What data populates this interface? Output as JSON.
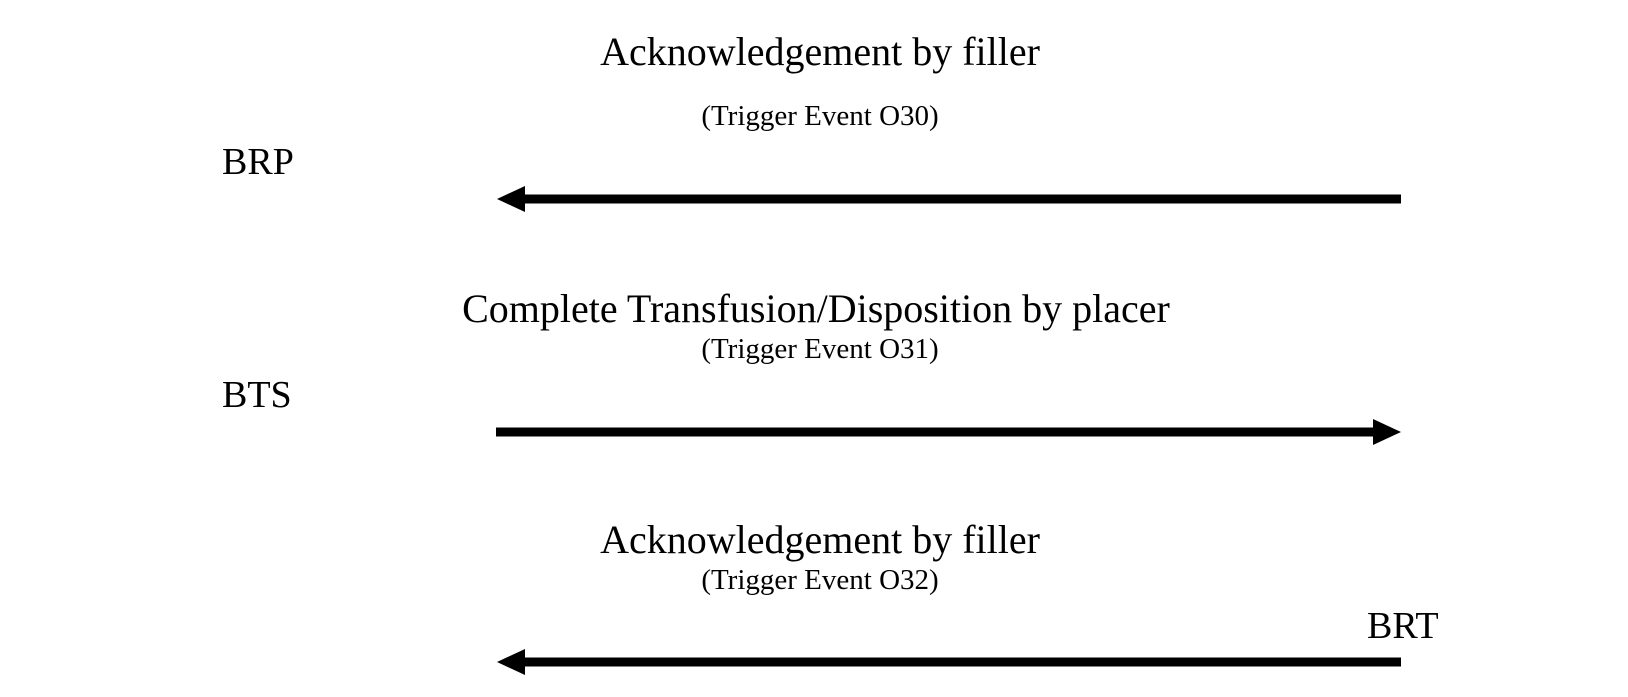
{
  "messages": [
    {
      "title": "Acknowledgement by filler",
      "trigger": "(Trigger Event O30)",
      "side_label": "BRP",
      "direction": "left"
    },
    {
      "title": "Complete Transfusion/Disposition by placer",
      "trigger": "(Trigger Event O31)",
      "side_label": "BTS",
      "direction": "right"
    },
    {
      "title": "Acknowledgement by filler",
      "trigger": "(Trigger Event O32)",
      "side_label": "BRT",
      "direction": "left"
    }
  ],
  "colors": {
    "ink": "#000000",
    "background": "#ffffff"
  }
}
